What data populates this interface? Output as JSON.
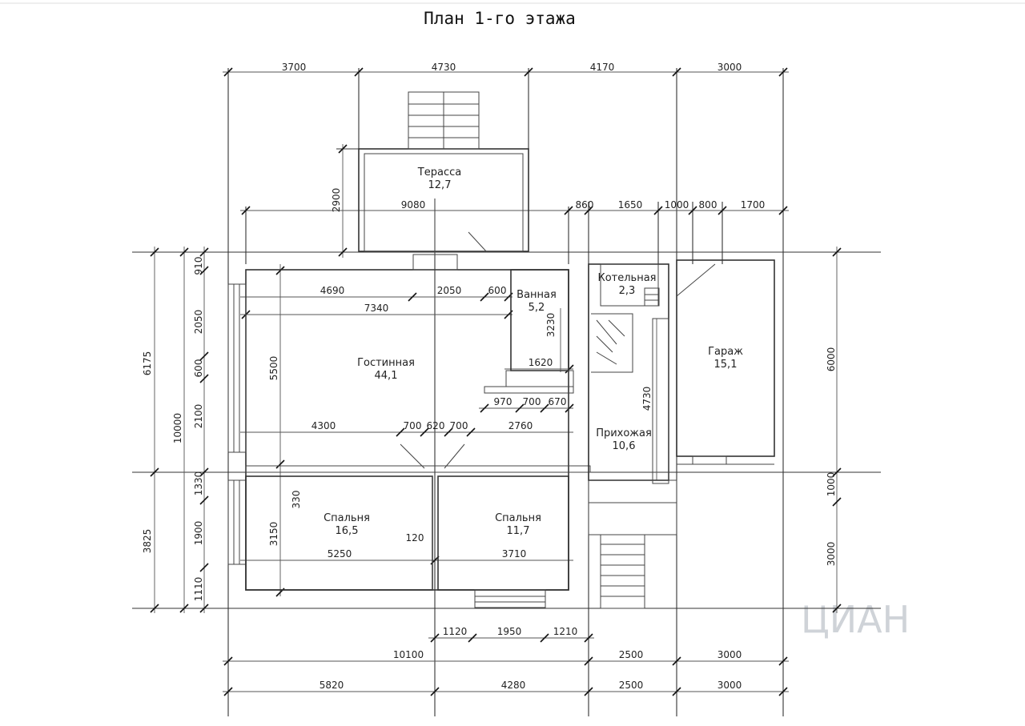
{
  "title": "План 1-го этажа",
  "watermark": "ЦИАН",
  "rooms": [
    {
      "name": "Терасса",
      "area": "12,7"
    },
    {
      "name": "Ванная",
      "area": "5,2"
    },
    {
      "name": "Котельная",
      "area": "2,3"
    },
    {
      "name": "Гостинная",
      "area": "44,1"
    },
    {
      "name": "Гараж",
      "area": "15,1"
    },
    {
      "name": "Прихожая",
      "area": "10,6"
    },
    {
      "name": "Спальня",
      "area": "16,5"
    },
    {
      "name": "Спальня",
      "area": "11,7"
    }
  ],
  "dims": {
    "top_row": [
      "3700",
      "4730",
      "4170",
      "3000"
    ],
    "terrace_row": [
      "9080",
      "860",
      "1650",
      "1000",
      "800",
      "1700"
    ],
    "terrace_depth": "2900",
    "interior": [
      "4690",
      "2050",
      "600",
      "7340",
      "5500",
      "3230",
      "1620",
      "970",
      "700",
      "670",
      "4300",
      "700",
      "620",
      "700",
      "2760",
      "4730",
      "330",
      "3150",
      "5250",
      "120",
      "3710"
    ],
    "left_inner": [
      "910",
      "2050",
      "600",
      "2100",
      "1330",
      "1900",
      "1110"
    ],
    "left_outer": [
      "6175",
      "3825"
    ],
    "left_total": "10000",
    "right": [
      "6000",
      "1000",
      "3000"
    ],
    "bottom_porch": [
      "1120",
      "1950",
      "1210"
    ],
    "bottom_row1": [
      "10100",
      "2500",
      "3000"
    ],
    "bottom_row2": [
      "5820",
      "4280",
      "2500",
      "3000"
    ]
  }
}
